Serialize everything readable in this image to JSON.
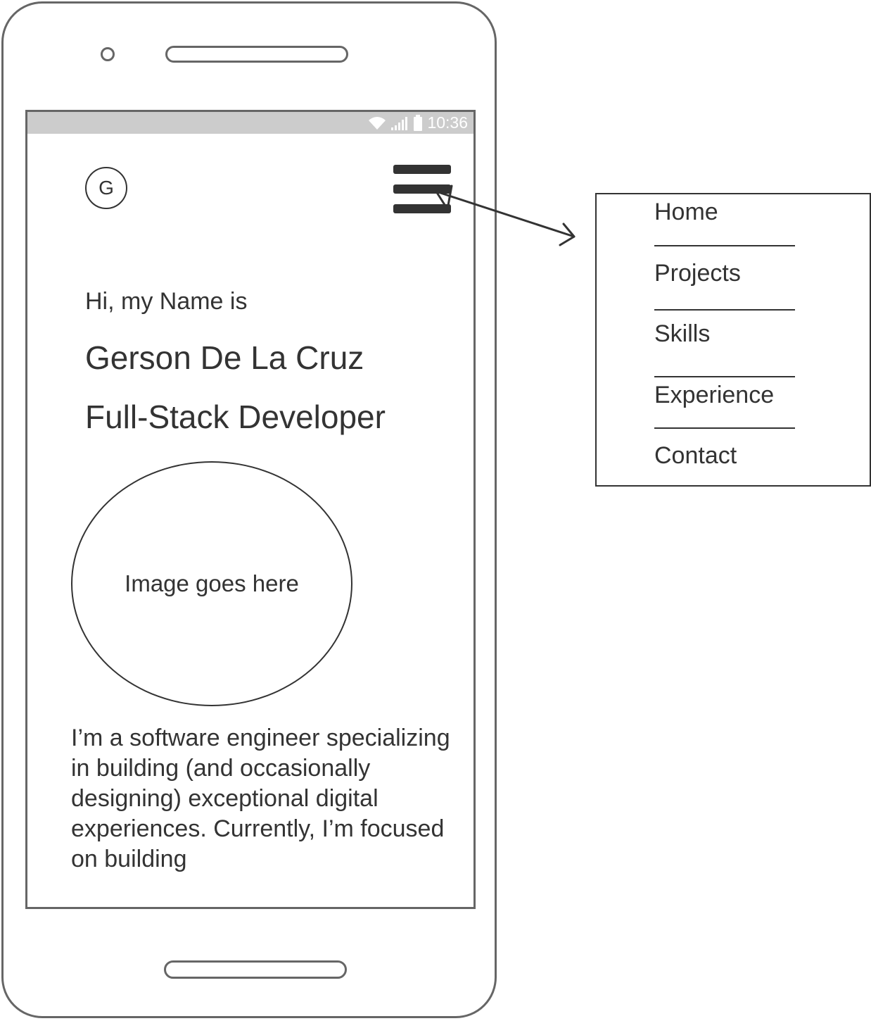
{
  "status_bar": {
    "time": "10:36",
    "icons": [
      "wifi-icon",
      "signal-icon",
      "battery-icon"
    ]
  },
  "header": {
    "logo_letter": "G",
    "menu_icon": "hamburger-menu-icon"
  },
  "hero": {
    "greeting": "Hi, my Name is",
    "name": "Gerson De La Cruz",
    "role": "Full-Stack Developer",
    "image_placeholder": "Image goes here",
    "bio": "I’m a software engineer specializing in building (and occasionally designing) exceptional digital experiences. Currently, I’m focused on building"
  },
  "menu": {
    "items": [
      {
        "label": "Home"
      },
      {
        "label": "Projects"
      },
      {
        "label": "Skills"
      },
      {
        "label": "Experience"
      },
      {
        "label": "Contact"
      }
    ]
  },
  "colors": {
    "frame": "#666666",
    "ink": "#333333",
    "status_bar": "#cccccc",
    "background": "#ffffff"
  }
}
